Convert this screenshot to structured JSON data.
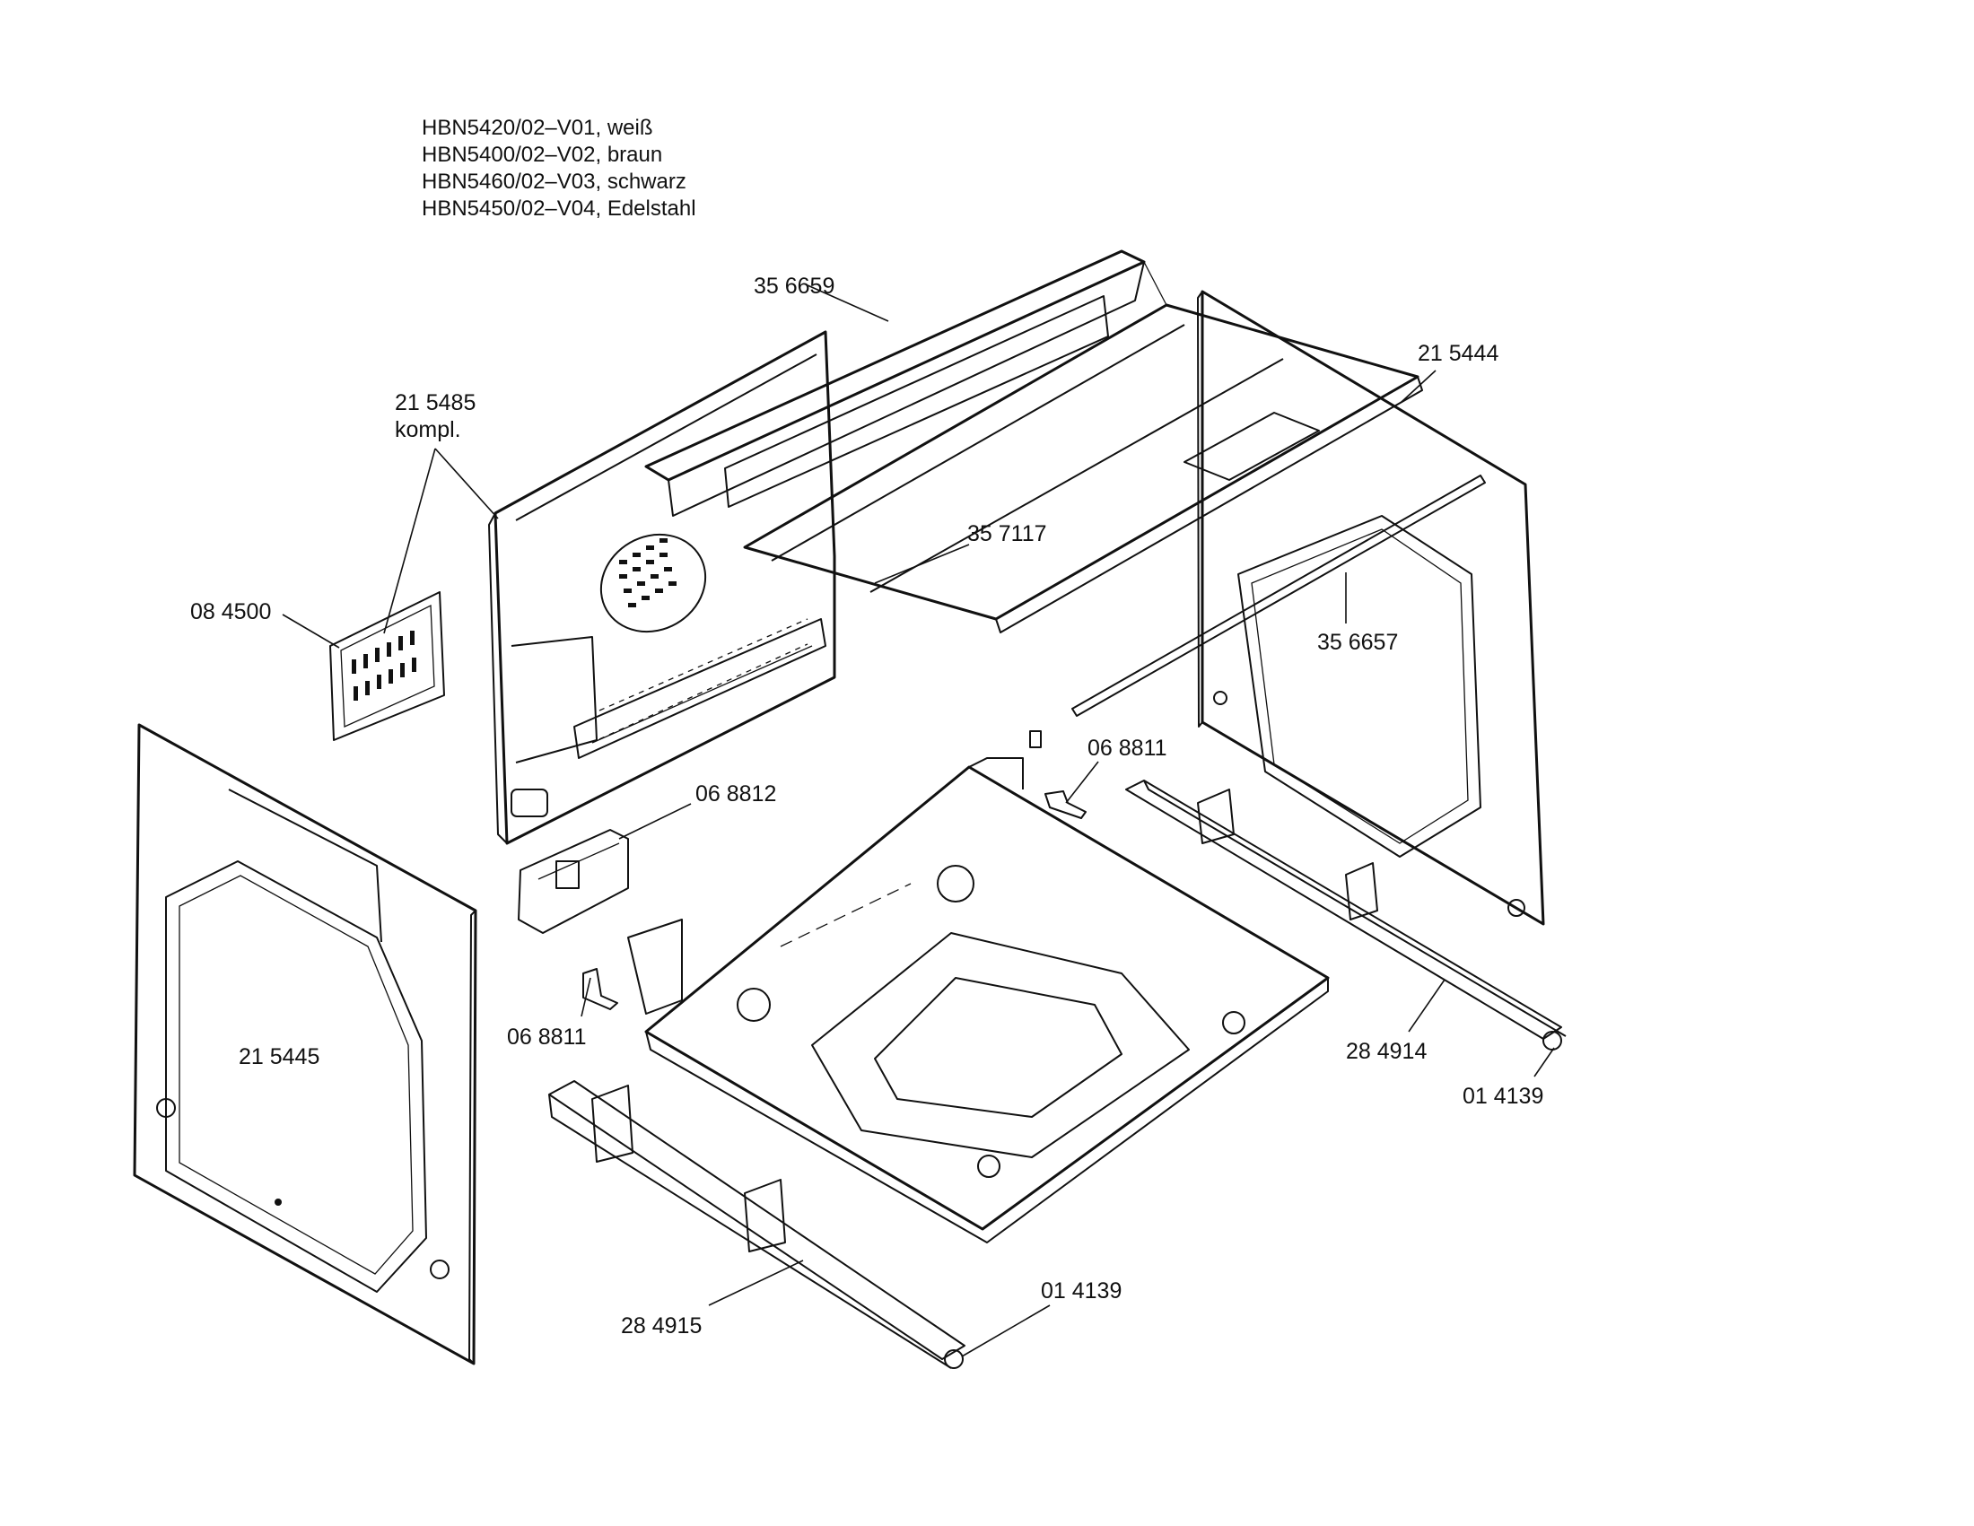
{
  "models": [
    "HBN5420/02–V01, weiß",
    "HBN5400/02–V02, braun",
    "HBN5460/02–V03, schwarz",
    "HBN5450/02–V04, Edelstahl"
  ],
  "parts": {
    "top_rail": "35 6659",
    "right_side_panel": "21 5444",
    "control_group_number": "21 5485",
    "control_group_suffix": "kompl.",
    "top_cover": "35 7117",
    "right_strip": "35 6657",
    "circuit_board": "08 4500",
    "bracket_small_right": "06 8811",
    "bracket_box": "06 8812",
    "bracket_small_left": "06 8811",
    "left_side_panel": "21 5445",
    "right_runner": "28 4914",
    "right_roller": "01 4139",
    "left_roller": "01 4139",
    "left_runner": "28 4915"
  }
}
